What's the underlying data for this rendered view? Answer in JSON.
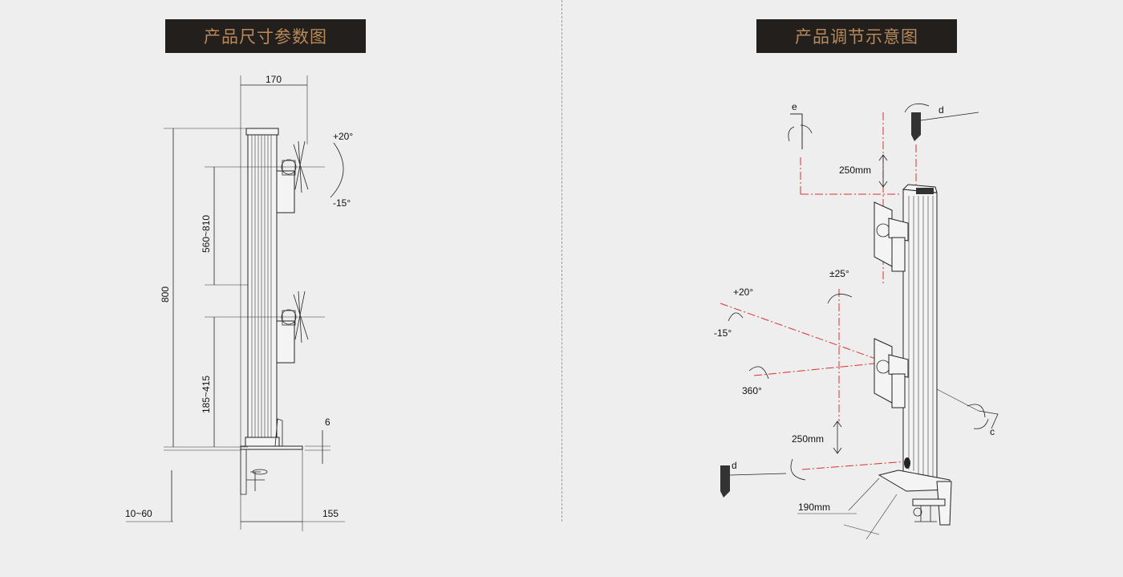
{
  "left_panel": {
    "title": "产品尺寸参数图",
    "dims": {
      "width_top": "170",
      "angle_up": "+20°",
      "angle_down": "-15°",
      "height_total": "800",
      "spacing_upper": "560~810",
      "spacing_lower": "185~415",
      "thickness": "6",
      "clamp_range": "10~60",
      "base_depth": "155"
    }
  },
  "right_panel": {
    "title": "产品调节示意图",
    "labels": {
      "tool_e": "e",
      "tool_d_top": "d",
      "height_step_top": "250mm",
      "swivel": "±25°",
      "tilt_up": "+20°",
      "tilt_down": "-15°",
      "rotate": "360°",
      "height_step_bottom": "250mm",
      "tool_c": "c",
      "tool_d_bottom": "d",
      "base_depth": "190mm"
    }
  },
  "colors": {
    "title_bg": "#231f1c",
    "title_text": "#b8895a",
    "guide_red": "#d8322f"
  }
}
